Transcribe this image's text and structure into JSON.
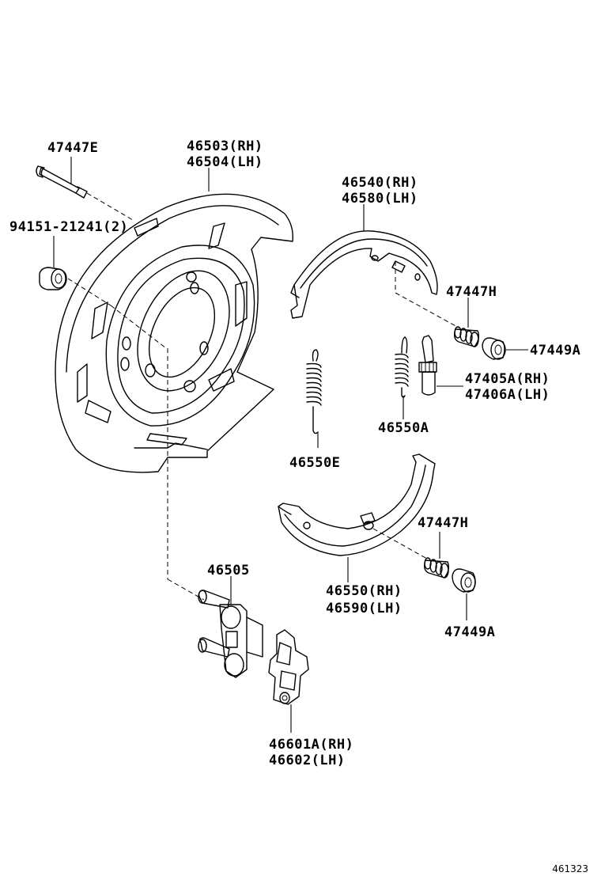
{
  "labels": {
    "bolt": "47447E",
    "backing_plate": [
      "46503(RH)",
      "46504(LH)"
    ],
    "nut": "94151-21241(2)",
    "upper_shoe": [
      "46540(RH)",
      "46580(LH)"
    ],
    "upper_pin": "47447H",
    "upper_cup": "47449A",
    "adjuster": [
      "47405A(RH)",
      "47406A(LH)"
    ],
    "spring_a": "46550A",
    "spring_e": "46550E",
    "lower_pin": "47447H",
    "lower_shoe": [
      "46550(RH)",
      "46590(LH)"
    ],
    "lower_cup": "47449A",
    "anchor": "46505",
    "lever": [
      "46601A(RH)",
      "46602(LH)"
    ]
  },
  "reference": "461323"
}
